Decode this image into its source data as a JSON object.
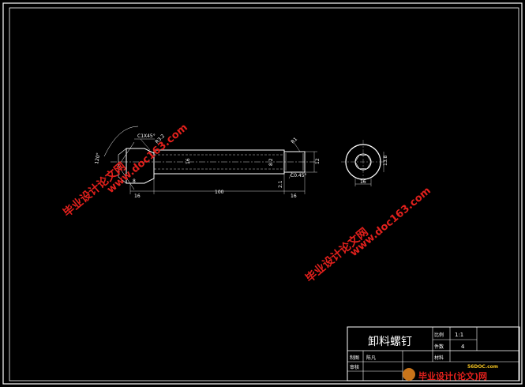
{
  "drawing": {
    "part_name": "卸料螺钉",
    "dimensions": {
      "total_length": "100",
      "head_length": "16",
      "thread_length": "16",
      "chamfer_head": "C1X45°",
      "chamfer_end": "C0.45°",
      "angle": "120°",
      "shank_dia": "16",
      "dia_1": "8.2",
      "dia_2": "12",
      "dia_3": "2.1",
      "left_small": "8",
      "roughness_1": "R3.2",
      "roughness_2": "R1",
      "end_view_dia": "13.8",
      "end_view_hex": "16"
    }
  },
  "title_block": {
    "scale_label": "比例",
    "scale_value": "1:1",
    "qty_label": "件数",
    "qty_value": "4",
    "drawn_label": "制图",
    "drawn_name": "陈凡",
    "material_label": "材料",
    "check_label": "审核"
  },
  "watermarks": {
    "site_cn": "毕业设计论文网",
    "site_url": "www.doc163.com",
    "logo_text": "毕业设计(论文)网",
    "logo_url": "56DOC.com"
  },
  "colors": {
    "background": "#000000",
    "lines": "#ffffff",
    "watermark": "#e0201c"
  }
}
